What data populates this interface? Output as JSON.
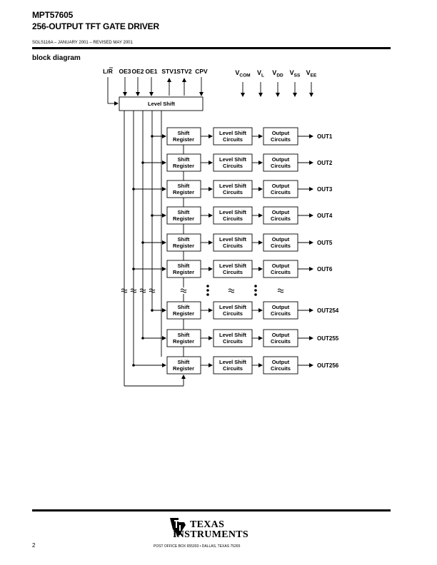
{
  "header": {
    "part_number": "MPT57605",
    "title": "256-OUTPUT TFT GATE DRIVER",
    "doc_info": "SGLS116A – JANUARY 2001 – REVISED MAY 2001"
  },
  "section_title": "block diagram",
  "diagram": {
    "input_pins": [
      "L/R",
      "OE3",
      "OE2",
      "OE1",
      "STV1",
      "STV2",
      "CPV"
    ],
    "supply_pins": [
      {
        "base": "V",
        "sub": "COM"
      },
      {
        "base": "V",
        "sub": "L"
      },
      {
        "base": "V",
        "sub": "DD"
      },
      {
        "base": "V",
        "sub": "SS"
      },
      {
        "base": "V",
        "sub": "EE"
      }
    ],
    "level_shift_label": "Level Shift",
    "block_labels": {
      "shift_register": [
        "Shift",
        "Register"
      ],
      "level_shift_circuits": [
        "Level Shift",
        "Circuits"
      ],
      "output_circuits": [
        "Output",
        "Circuits"
      ]
    },
    "outputs": [
      "OUT1",
      "OUT2",
      "OUT3",
      "OUT4",
      "OUT5",
      "OUT6",
      "OUT254",
      "OUT255",
      "OUT256"
    ]
  },
  "footer": {
    "page_number": "2",
    "logo_line1": "TEXAS",
    "logo_line2": "INSTRUMENTS",
    "address": "POST OFFICE BOX 655303 • DALLAS, TEXAS 75265"
  }
}
